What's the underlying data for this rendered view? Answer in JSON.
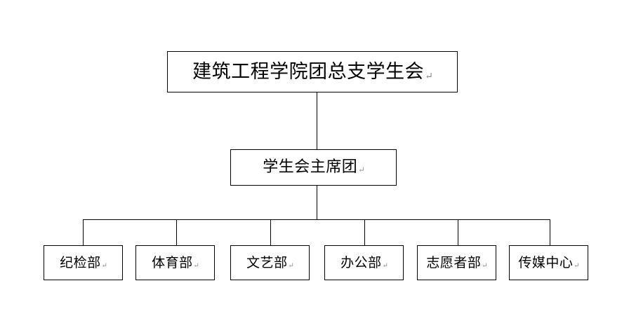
{
  "chart": {
    "type": "org-chart",
    "background_color": "#ffffff",
    "line_color": "#000000",
    "text_color": "#000000",
    "pilcrow_color": "#8a8a8a",
    "pilcrow": "↵",
    "levels": [
      {
        "level": 1,
        "nodes": [
          {
            "id": "root",
            "label": "建筑工程学院团总支学生会"
          }
        ]
      },
      {
        "level": 2,
        "nodes": [
          {
            "id": "presidium",
            "label": "学生会主席团"
          }
        ]
      },
      {
        "level": 3,
        "nodes": [
          {
            "id": "dept-0",
            "label": "纪检部"
          },
          {
            "id": "dept-1",
            "label": "体育部"
          },
          {
            "id": "dept-2",
            "label": "文艺部"
          },
          {
            "id": "dept-3",
            "label": "办公部"
          },
          {
            "id": "dept-4",
            "label": "志愿者部"
          },
          {
            "id": "dept-5",
            "label": "传媒中心"
          }
        ]
      }
    ]
  }
}
